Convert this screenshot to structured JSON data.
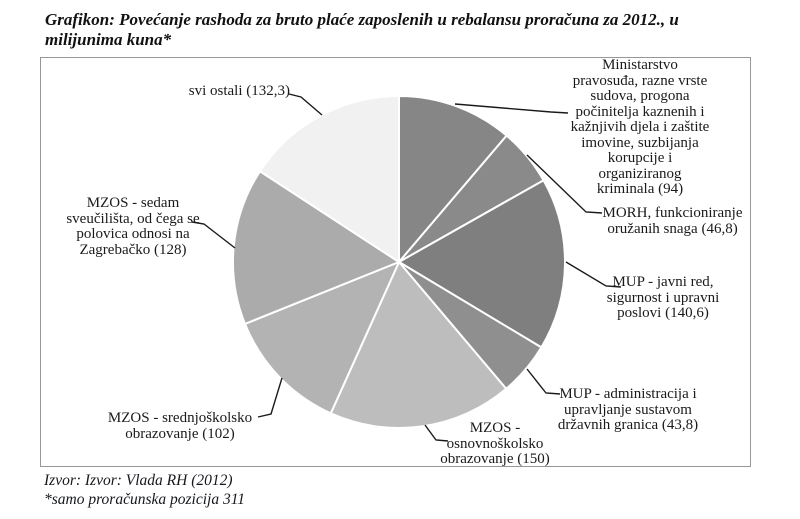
{
  "page": {
    "title_line1": "Grafikon: Povećanje rashoda za bruto plaće zaposlenih u rebalansu proračuna za 2012., u",
    "title_line2": "milijunima kuna*",
    "source_line": "Izvor: Izvor: Vlada RH (2012)",
    "footnote_line": "*samo proračunska pozicija 311"
  },
  "chart_data": {
    "type": "pie",
    "title": "Povećanje rashoda za bruto plaće zaposlenih u rebalansu proračuna za 2012., u milijunima kuna",
    "unit": "milijuni kuna",
    "direction": "clockwise",
    "start_angle_deg": 0,
    "grid": false,
    "legend": "callout-labels",
    "slices": [
      {
        "label": "Ministarstvo pravosuđa, razne vrste sudova, progona počinitelja kaznenih i kažnjivih djela i zaštite imovine, suzbijanja korupcije i organiziranog kriminala",
        "value": 94,
        "color": "#868686"
      },
      {
        "label": "MORH, funkcioniranje oružanih snaga",
        "value": 46.8,
        "color": "#8a8a8a"
      },
      {
        "label": "MUP - javni red, sigurnost i upravni poslovi",
        "value": 140.6,
        "color": "#7f7f7f"
      },
      {
        "label": "MUP - administracija i upravljanje sustavom državnih granica",
        "value": 43.8,
        "color": "#8f8f8f"
      },
      {
        "label": "MZOS - osnovnoškolsko obrazovanje",
        "value": 150,
        "color": "#bdbdbd"
      },
      {
        "label": "MZOS - srednjoškolsko obrazovanje",
        "value": 102,
        "color": "#b3b3b3"
      },
      {
        "label": "MZOS - sedam sveučilišta, od čega se polovica odnosi na Zagrebačko",
        "value": 128,
        "color": "#ababab"
      },
      {
        "label": "svi ostali",
        "value": 132.3,
        "color": "#f1f1f1"
      }
    ]
  },
  "labels": {
    "svi_ostali": {
      "lines": [
        "svi ostali (132,3)"
      ]
    },
    "ministarstvo": {
      "lines": [
        "Ministarstvo",
        "pravosuđa, razne vrste",
        "sudova, progona",
        "počinitelja kaznenih i",
        "kažnjivih djela i zaštite",
        "imovine, suzbijanja",
        "korupcije i",
        "organiziranog",
        "kriminala (94)"
      ]
    },
    "morh": {
      "lines": [
        "MORH, funkcioniranje",
        "oružanih snaga (46,8)"
      ]
    },
    "mup_javni_red": {
      "lines": [
        "MUP - javni red,",
        "sigurnost i upravni",
        "poslovi (140,6)"
      ]
    },
    "mup_administracija": {
      "lines": [
        "MUP - administracija i",
        "upravljanje sustavom",
        "državnih granica (43,8)"
      ]
    },
    "mzos_osnovnoskolsko": {
      "lines": [
        "MZOS -",
        "osnovnoškolsko",
        "obrazovanje (150)"
      ]
    },
    "mzos_srednjoskolsko": {
      "lines": [
        "MZOS - srednjoškolsko",
        "obrazovanje (102)"
      ]
    },
    "mzos_sveucilista": {
      "lines": [
        "MZOS - sedam",
        "sveučilišta, od čega se",
        "polovica odnosi na",
        "Zagrebačko (128)"
      ]
    }
  }
}
